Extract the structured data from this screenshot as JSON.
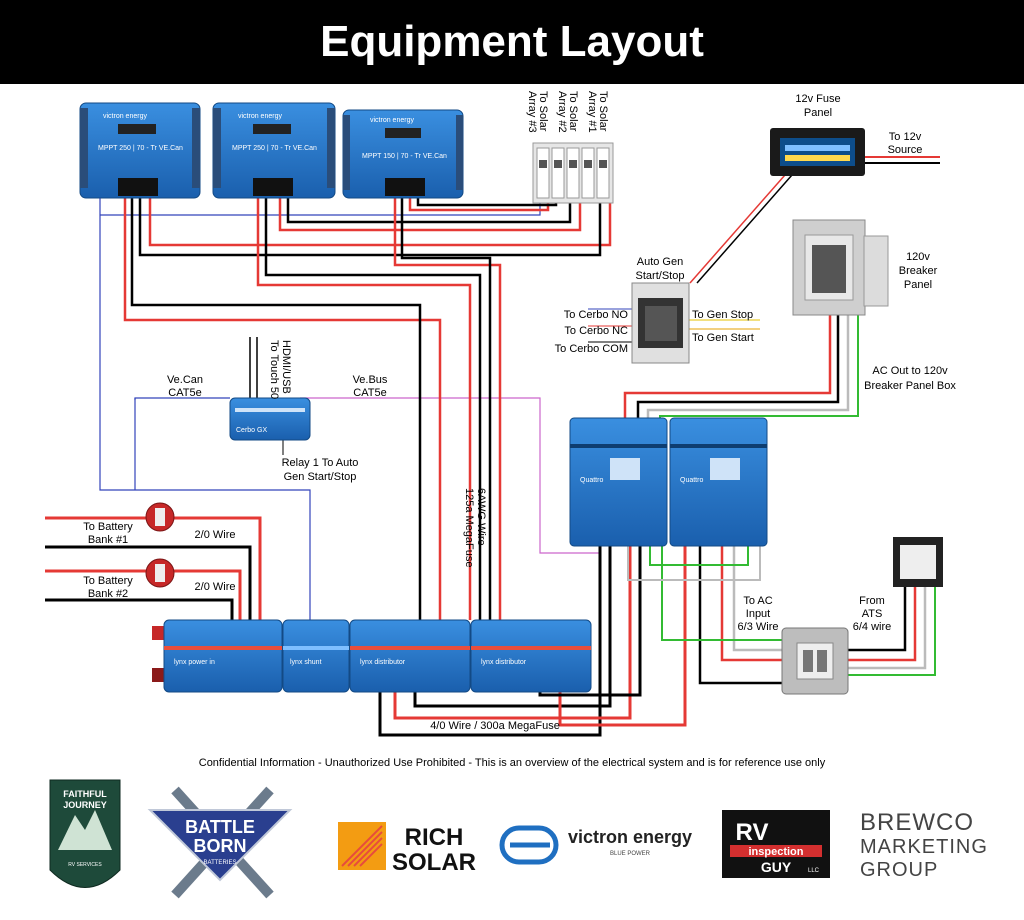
{
  "title": "Equipment Layout",
  "labels": {
    "to_solar_array_3": [
      "To Solar",
      "Array #3"
    ],
    "to_solar_array_2": [
      "To Solar",
      "Array #2"
    ],
    "to_solar_array_1": [
      "To Solar",
      "Array #1"
    ],
    "fuse_panel": [
      "12v Fuse",
      "Panel"
    ],
    "to_12v_source": [
      "To 12v",
      "Source"
    ],
    "breaker_panel": [
      "120v",
      "Breaker",
      "Panel"
    ],
    "auto_gen": [
      "Auto Gen",
      "Start/Stop"
    ],
    "to_cerbo_no": "To Cerbo NO",
    "to_cerbo_nc": "To Cerbo NC",
    "to_cerbo_com": "To Cerbo COM",
    "to_gen_stop": "To Gen Stop",
    "to_gen_start": "To Gen Start",
    "ac_out": [
      "AC Out  to 120v",
      "Breaker Panel Box"
    ],
    "hdmi_usb": [
      "HDMI/USB",
      "To Touch 50"
    ],
    "vecan": [
      "Ve.Can",
      "CAT5e"
    ],
    "vebus": [
      "Ve.Bus",
      "CAT5e"
    ],
    "relay1": [
      "Relay 1 To Auto",
      "Gen Start/Stop"
    ],
    "wire_6awg": [
      "6AWG Wire",
      "125a MegaFuse"
    ],
    "to_battery_1": [
      "To Battery",
      "Bank #1"
    ],
    "to_battery_2": [
      "To Battery",
      "Bank #2"
    ],
    "wire_2_0_a": "2/0 Wire",
    "wire_2_0_b": "2/0 Wire",
    "to_ac_input": [
      "To AC",
      "Input",
      "6/3  Wire"
    ],
    "from_ats": [
      "From",
      "ATS",
      "6/4 wire"
    ],
    "wire_4_0": "4/0 Wire / 300a MegaFuse",
    "disclaimer": "Confidential Information - Unauthorized Use Prohibited - This is an overview of the electrical system and is for reference use only"
  },
  "devices": {
    "mppt_1": "MPPT 250 | 70 - Tr VE.Can",
    "mppt_2": "MPPT 250 | 70 - Tr VE.Can",
    "mppt_3": "MPPT 150 | 70 - Tr VE.Can",
    "victron_brand": "victron energy",
    "quattro_1": "Quattro",
    "quattro_2": "Quattro",
    "cerbo": "Cerbo GX",
    "lynx_power_in": "lynx power in",
    "lynx_shunt": "lynx shunt",
    "lynx_dist_1": "lynx distributor",
    "lynx_dist_2": "lynx distributor"
  },
  "logos": {
    "faithful_journey": [
      "FAITHFUL",
      "JOURNEY",
      "RV SERVICES"
    ],
    "battle_born": [
      "BATTLE",
      "BORN",
      "BATTERIES"
    ],
    "rich_solar": [
      "RICH",
      "SOLAR"
    ],
    "victron": [
      "victron energy",
      "BLUE POWER"
    ],
    "rv_inspection": [
      "RV",
      "inspection",
      "GUY",
      "LLC"
    ],
    "brewco": [
      "BREWCO",
      "MARKETING",
      "GROUP"
    ]
  },
  "colors": {
    "header_bg": "#000000",
    "victron_blue": "#1f6fc1",
    "wire_red": "#e53935",
    "wire_black": "#000000",
    "wire_blue": "#3344bb",
    "wire_magenta": "#cc66cc",
    "wire_green": "#33bb33",
    "wire_gray": "#bbbbbb"
  }
}
